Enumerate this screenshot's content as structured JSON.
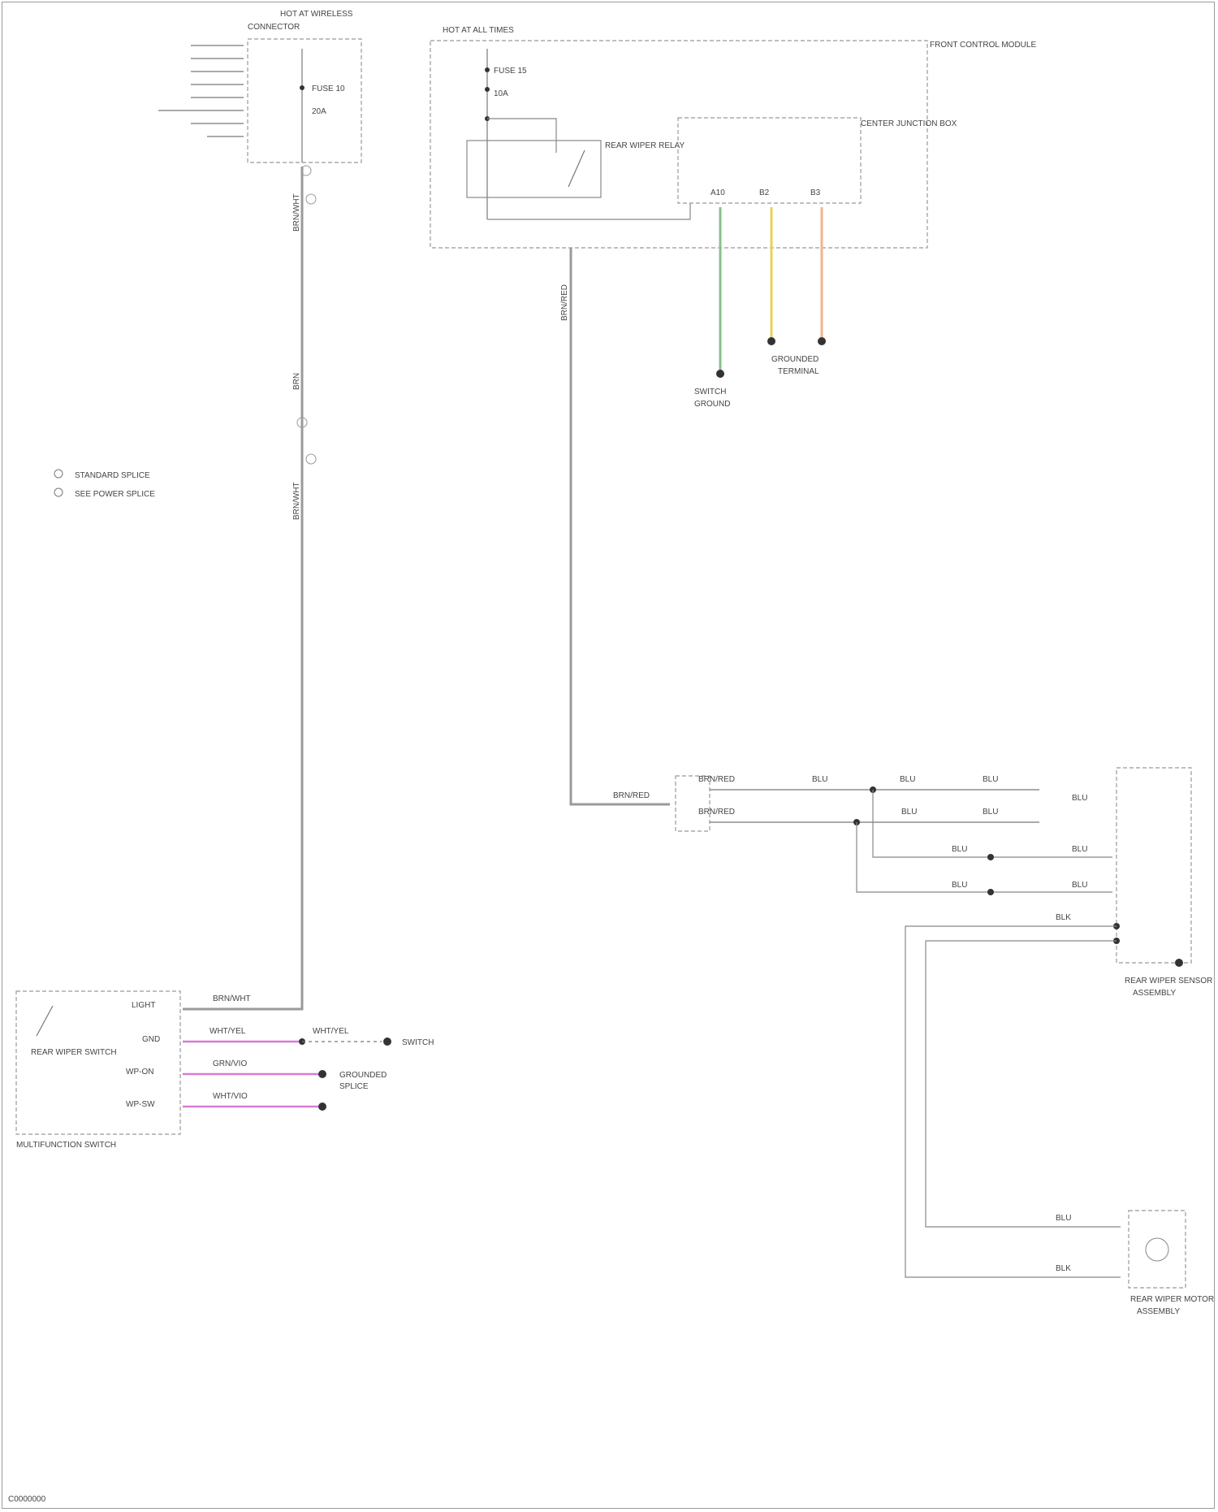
{
  "labels": {
    "top_connector_title": "HOT AT WIRELESS",
    "top_connector_subtitle": "CONNECTOR",
    "fuse_panel_title": "HOT AT ALL TIMES",
    "fuse_a": "FUSE 15",
    "fuse_a_amp": "10A",
    "fuse_b": "FUSE 10",
    "fuse_b_amp": "20A",
    "relay_label": "REAR WIPER RELAY",
    "module_label": "FRONT CONTROL MODULE",
    "right_box_label": "CENTER JUNCTION BOX",
    "pin_a": "A10",
    "pin_b": "B2",
    "pin_c": "B3",
    "ground_a": "GROUND",
    "ground_b_line1": "GROUNDED",
    "ground_b_line2": "TERMINAL",
    "legend_1": "STANDARD SPLICE",
    "legend_2": "SEE POWER SPLICE",
    "switch_label": "REAR WIPER SWITCH",
    "switch_pin_1": "LIGHT",
    "switch_pin_2": "GND",
    "switch_pin_3": "WP-ON",
    "switch_pin_4": "WP-SW",
    "multifunction_label": "MULTIFUNCTION SWITCH",
    "switch_ref": "SWITCH",
    "splice_ref": "SPLICE",
    "motor_label": "REAR WIPER MOTOR",
    "motor_sub": "ASSEMBLY",
    "wiper_sensor_label": "REAR WIPER SENSOR",
    "footer_code": "C0000000"
  },
  "wire_labels": {
    "main_left": "BRN/WHT",
    "main_mid": "BRN",
    "fuse_out": "BRN/RED",
    "pink_1": "WHT/YEL",
    "pink_2": "GRN/VIO",
    "pink_3": "WHT/VIO",
    "blu": "BLU",
    "blk": "BLK"
  },
  "colors": {
    "wire_gray": "#9a9a9a",
    "wire_pink": "#d77ad7",
    "wire_green": "#8ac08a",
    "wire_yellow": "#e6d25a",
    "wire_orange": "#f0b48c"
  }
}
